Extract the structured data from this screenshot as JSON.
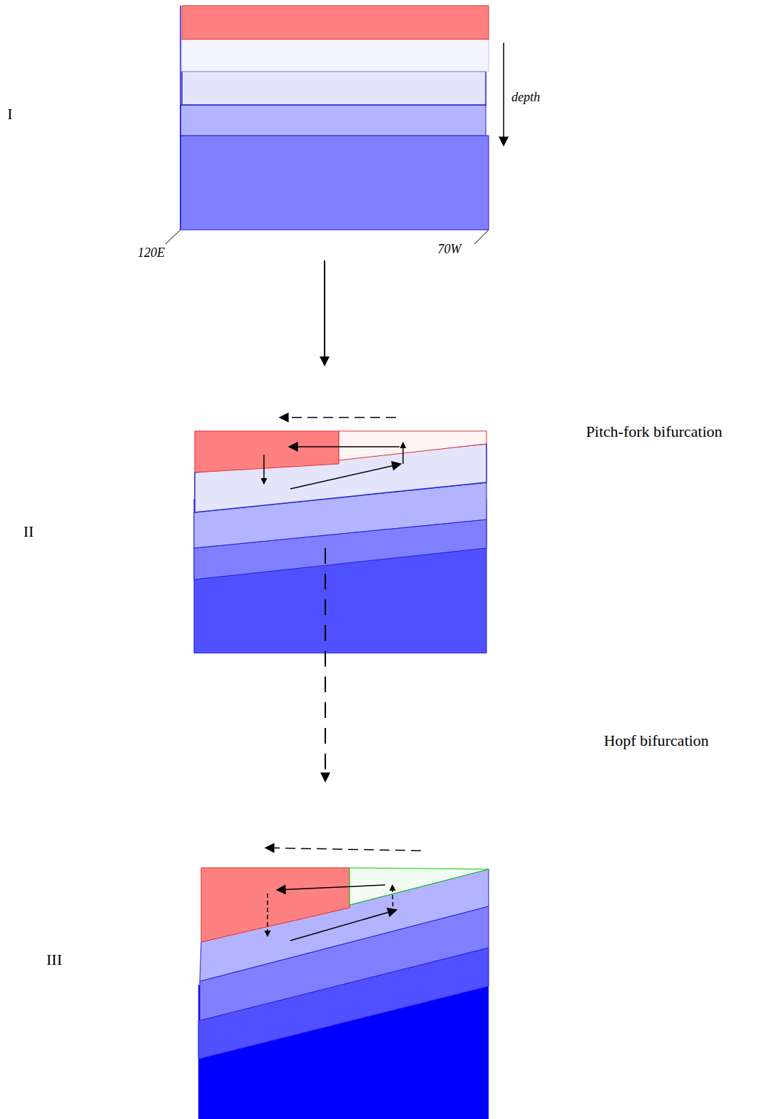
{
  "diagram": {
    "labels": [
      "I",
      "depth",
      "120E",
      "70W",
      "Pitch-fork bifurcation",
      "II",
      "Hopf bifurcation",
      "III"
    ]
  }
}
